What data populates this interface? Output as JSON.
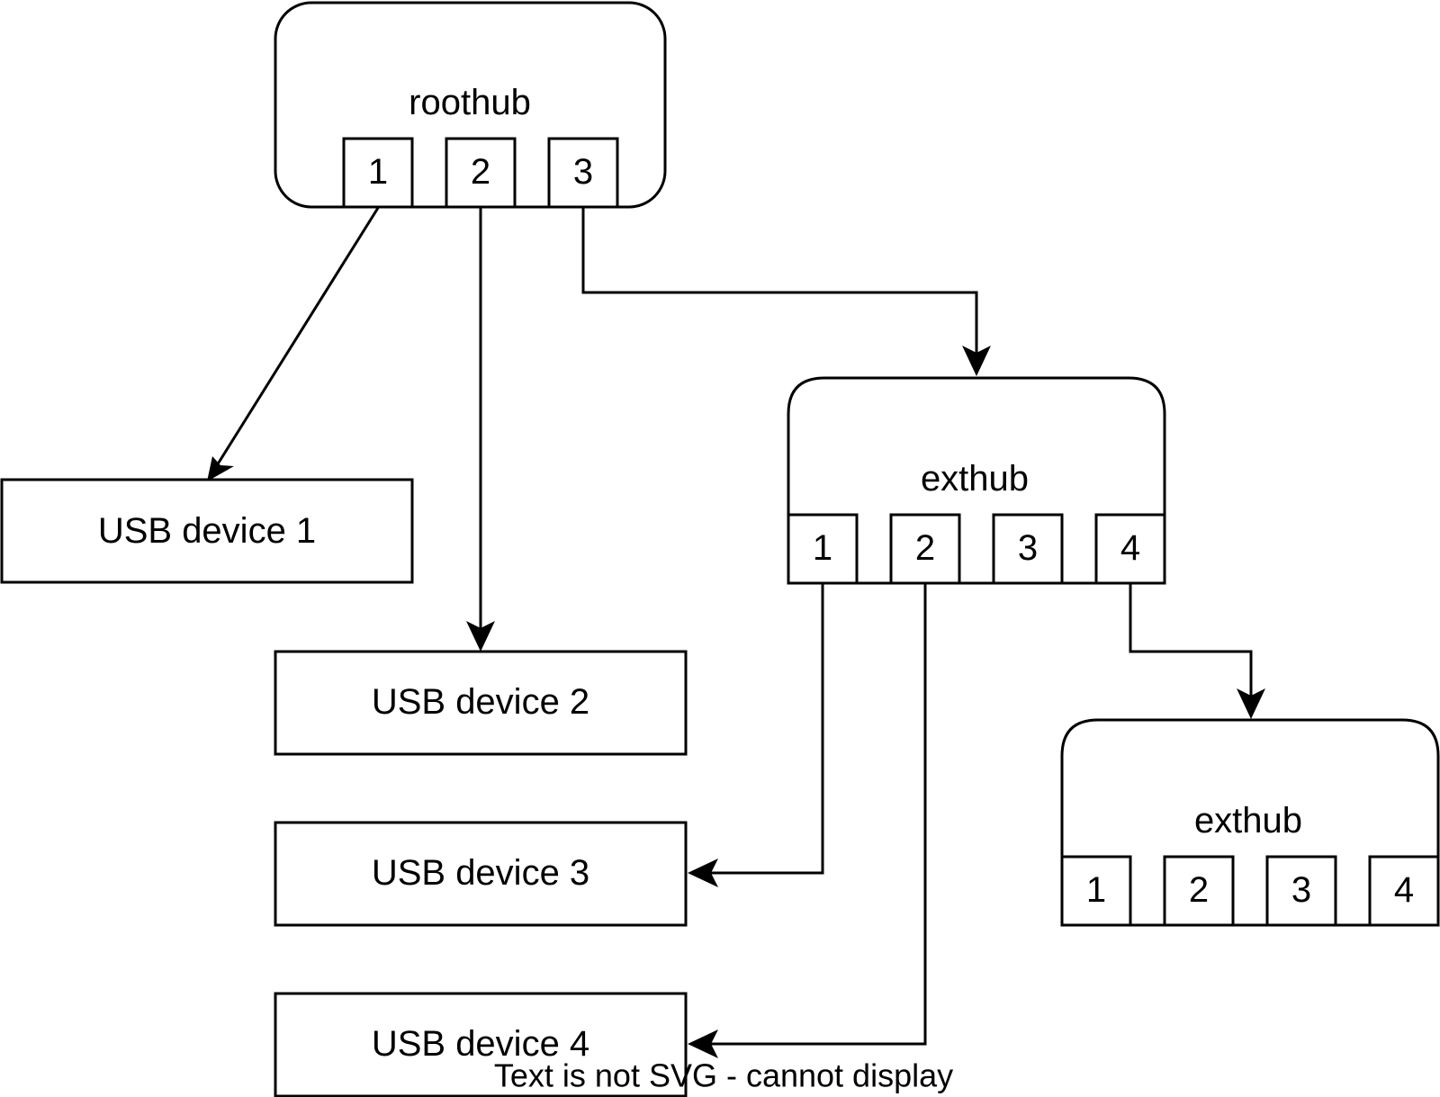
{
  "diagram": {
    "hubs": [
      {
        "id": "roothub",
        "label": "roothub",
        "ports": [
          "1",
          "2",
          "3"
        ]
      },
      {
        "id": "exthub1",
        "label": "exthub",
        "ports": [
          "1",
          "2",
          "3",
          "4"
        ]
      },
      {
        "id": "exthub2",
        "label": "exthub",
        "ports": [
          "1",
          "2",
          "3",
          "4"
        ]
      }
    ],
    "devices": [
      {
        "id": "dev1",
        "label": "USB device 1"
      },
      {
        "id": "dev2",
        "label": "USB device 2"
      },
      {
        "id": "dev3",
        "label": "USB device 3"
      },
      {
        "id": "dev4",
        "label": "USB device 4"
      }
    ],
    "edges": [
      {
        "from": "roothub.port1",
        "to": "dev1"
      },
      {
        "from": "roothub.port2",
        "to": "dev2"
      },
      {
        "from": "roothub.port3",
        "to": "exthub1"
      },
      {
        "from": "exthub1.port1",
        "to": "dev3"
      },
      {
        "from": "exthub1.port2",
        "to": "dev4"
      },
      {
        "from": "exthub1.port4",
        "to": "exthub2"
      }
    ],
    "warning_text": "Text is not SVG - cannot display"
  }
}
